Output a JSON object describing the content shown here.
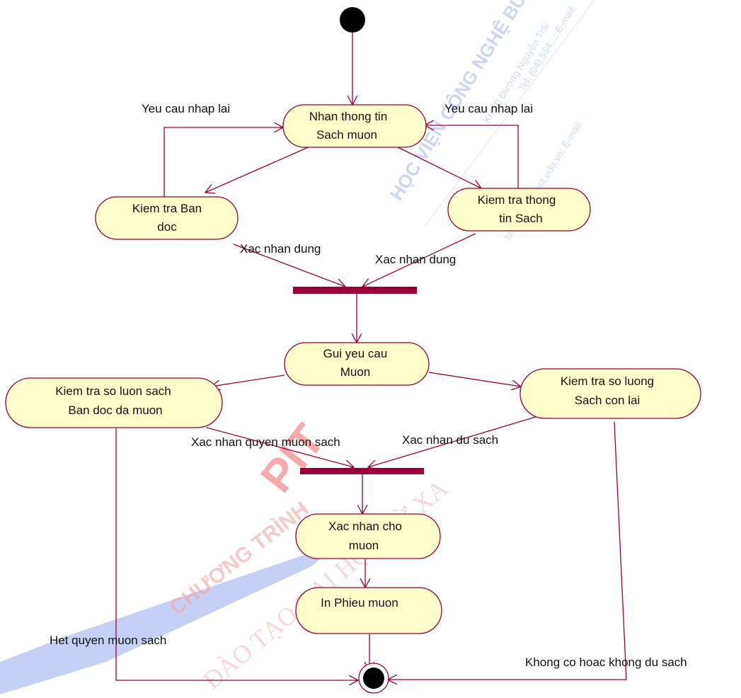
{
  "diagram": {
    "nodes": {
      "nhan": {
        "line1": "Nhan thong tin",
        "line2": "Sach muon"
      },
      "ktbd": {
        "line1": "Kiem tra Ban",
        "line2": "doc"
      },
      "ktsach": {
        "line1": "Kiem tra thong",
        "line2": "tin Sach"
      },
      "gui": {
        "line1": "Gui yeu cau",
        "line2": "Muon"
      },
      "ktsl": {
        "line1": "Kiem tra so luon sach",
        "line2": "Ban doc da muon"
      },
      "ktcon": {
        "line1": "Kiem tra so luong",
        "line2": "Sach con lai"
      },
      "xncm": {
        "line1": "Xac nhan cho",
        "line2": "muon"
      },
      "in": {
        "line1": "In Phieu muon"
      }
    },
    "labels": {
      "retry_left": "Yeu cau nhap lai",
      "retry_right": "Yeu cau nhap lai",
      "ok_left": "Xac nhan dung",
      "ok_right": "Xac nhan dung",
      "quyen": "Xac nhan quyen muon sach",
      "du_sach": "Xac nhan du sach",
      "het_quyen": "Het quyen muon sach",
      "khong_du": "Khong co hoac khong du sach"
    }
  },
  "watermark": {
    "line_a": "CHƯƠNG TRÌNH",
    "line_b": "ĐÀO TẠO ĐẠI HỌC TỪ XA",
    "brand": "PIT",
    "line_c": "HỌC VIỆN CÔNG NGHỆ BƯU CHÍNH",
    "line_d": "Km10 Đường Nguyễn Trãi",
    "line_e": "Tel: (04).554...; E-mail:",
    "line_f": "http://www.e-ptit.edu.vn; E-mail:"
  },
  "colors": {
    "node_fill": "#ffffcc",
    "node_stroke": "#990033",
    "edge": "#99003a",
    "bar": "#99003a",
    "watermark_red": "#ee3333",
    "watermark_blue": "#2244cc"
  }
}
